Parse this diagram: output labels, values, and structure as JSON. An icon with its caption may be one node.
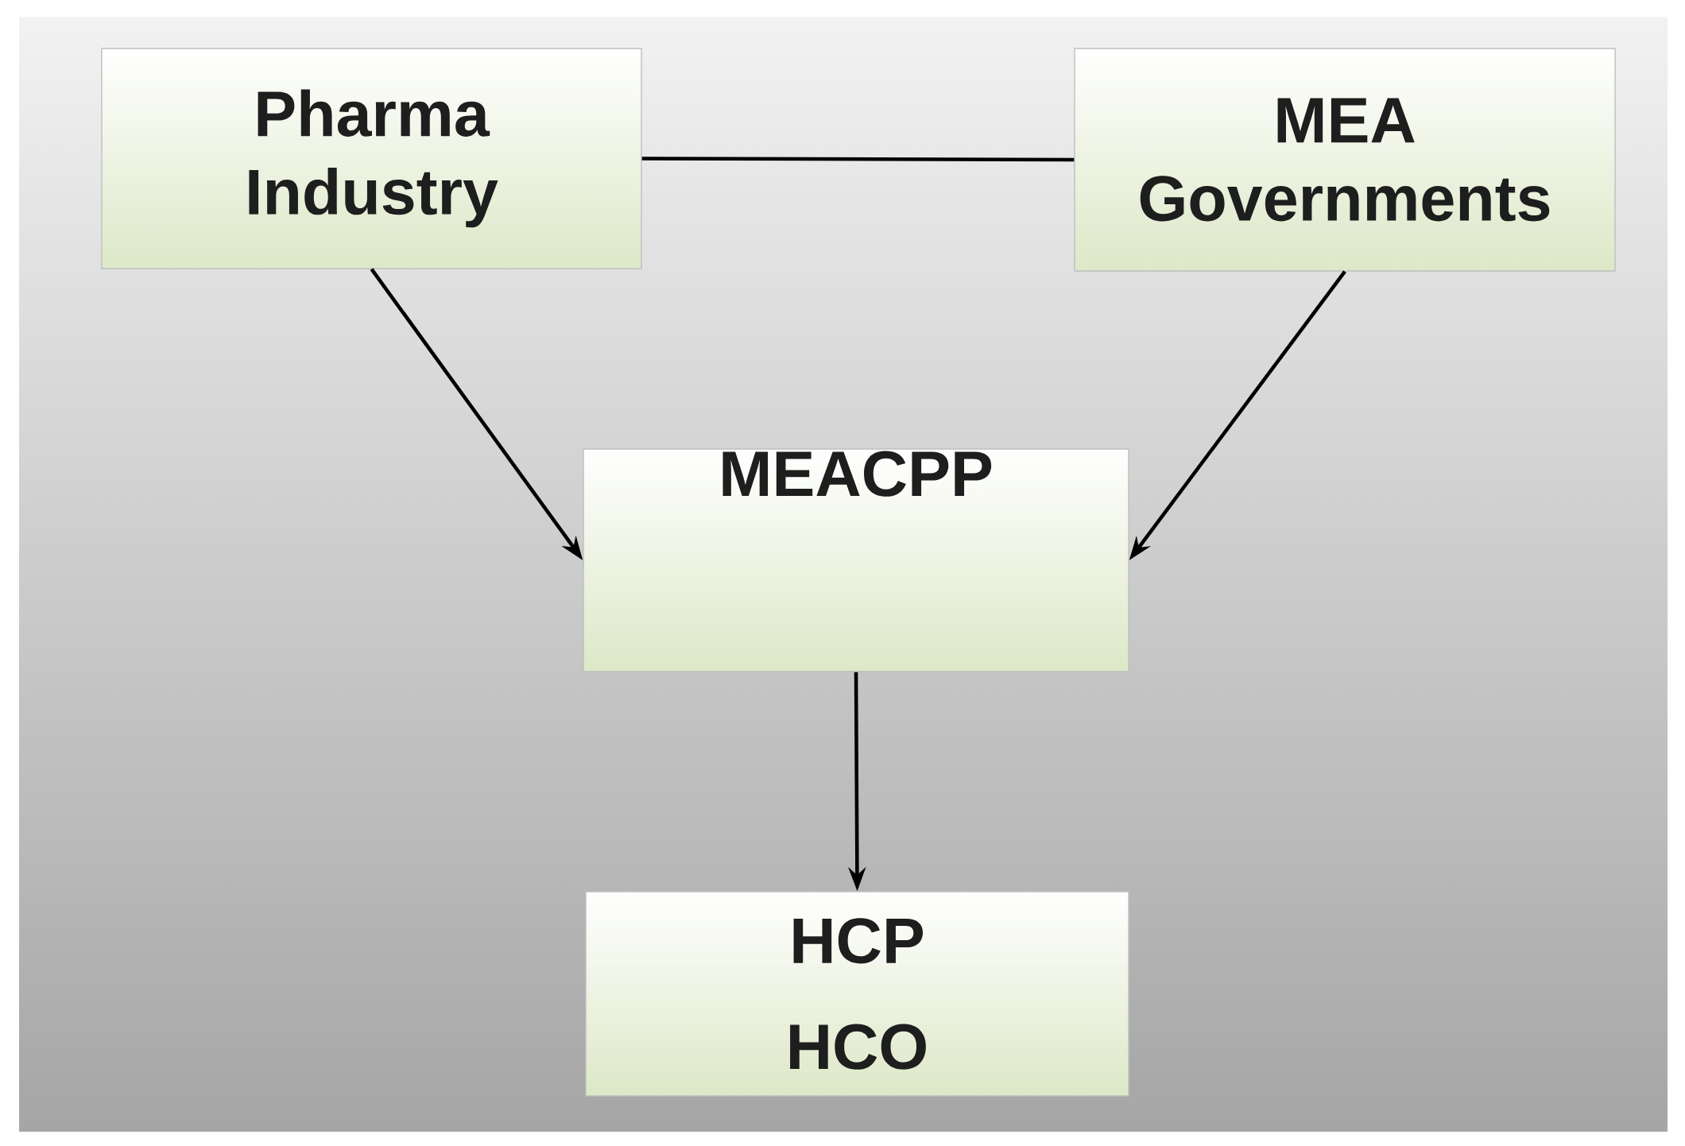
{
  "diagram": {
    "nodes": [
      {
        "text": [
          "Pharma Industry"
        ]
      },
      {
        "text": [
          "MEA Governments"
        ]
      },
      {
        "text": [
          "MEACPP"
        ]
      },
      {
        "text": [
          "HCP",
          "HCO"
        ]
      }
    ],
    "edges": [
      {
        "from": 0,
        "to": 1,
        "arrow": "none"
      },
      {
        "from": 0,
        "to": 2,
        "arrow": "to"
      },
      {
        "from": 1,
        "to": 2,
        "arrow": "to"
      },
      {
        "from": 2,
        "to": 3,
        "arrow": "to"
      }
    ]
  }
}
